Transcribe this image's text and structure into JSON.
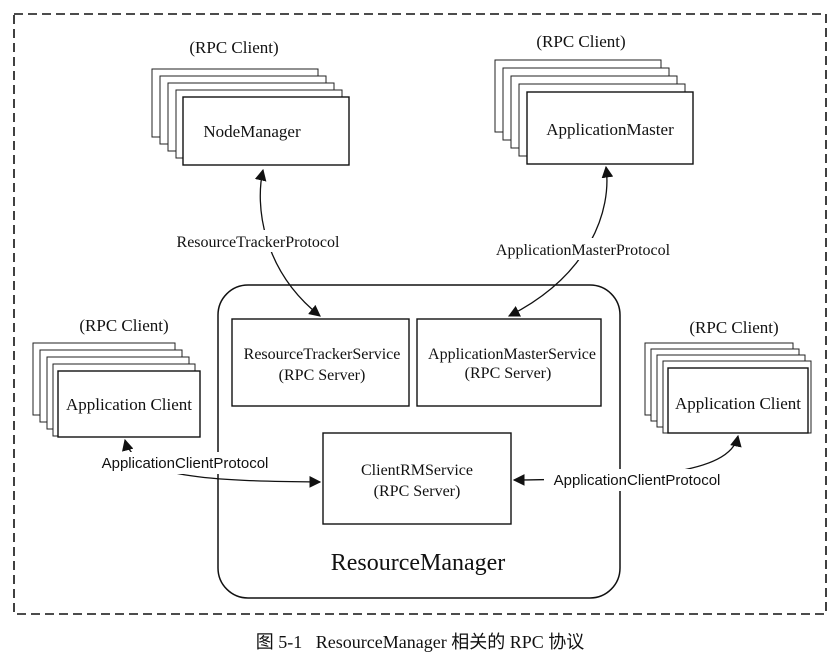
{
  "figure": {
    "caption": "图 5-1   ResourceManager 相关的 RPC 协议",
    "nodes": {
      "node_manager": {
        "tag": "(RPC Client)",
        "label": "NodeManager"
      },
      "application_master": {
        "tag": "(RPC Client)",
        "label": "ApplicationMaster"
      },
      "app_client_left": {
        "tag": "(RPC Client)",
        "label": "Application Client"
      },
      "app_client_right": {
        "tag": "(RPC Client)",
        "label": "Application Client"
      },
      "resource_manager": {
        "label": "ResourceManager"
      },
      "resource_tracker_service": {
        "line1": "ResourceTrackerService",
        "line2": "(RPC Server)"
      },
      "application_master_service": {
        "line1": "ApplicationMasterService",
        "line2": "(RPC Server)"
      },
      "client_rm_service": {
        "line1": "ClientRMService",
        "line2": "(RPC Server)"
      }
    },
    "edges": {
      "resource_tracker_protocol": "ResourceTrackerProtocol",
      "application_master_protocol": "ApplicationMasterProtocol",
      "application_client_protocol_left": "ApplicationClientProtocol",
      "application_client_protocol_right": "ApplicationClientProtocol"
    }
  }
}
